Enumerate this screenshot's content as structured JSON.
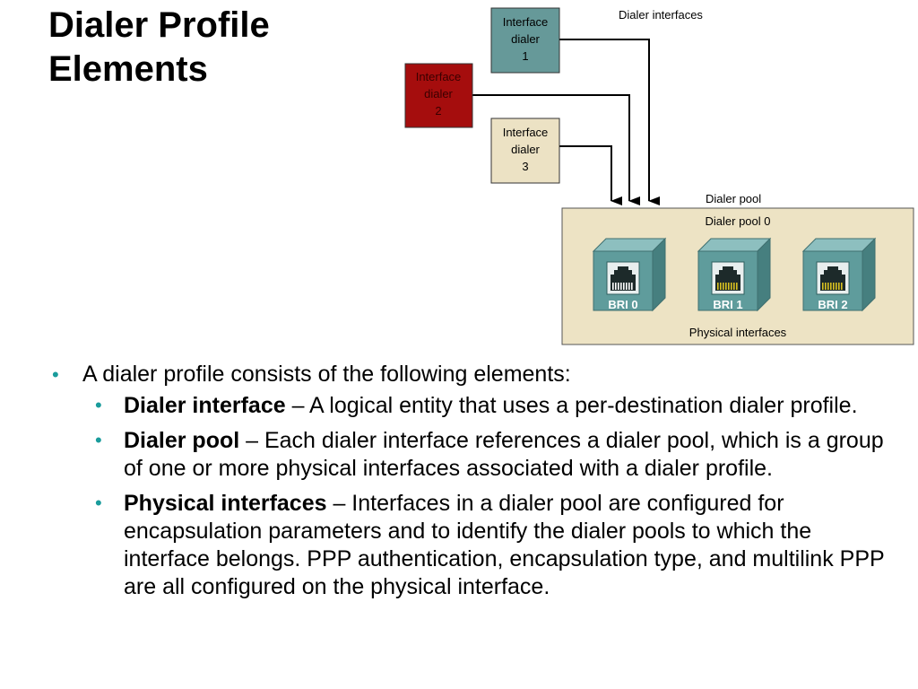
{
  "slide": {
    "title_line1": "Dialer Profile",
    "title_line2": "Elements"
  },
  "colors": {
    "accent_bullet": "#1a9c9c",
    "iface1_fill": "#669999",
    "iface2_fill": "#a50d0d",
    "iface3_fill": "#ece2c4",
    "pool_fill": "#ede3c4",
    "port_fill": "#5f9c9c"
  },
  "diagram": {
    "dialer_interfaces_label": "Dialer interfaces",
    "interfaces": [
      {
        "line1": "Interface",
        "line2": "dialer",
        "line3": "1"
      },
      {
        "line1": "Interface",
        "line2": "dialer",
        "line3": "2"
      },
      {
        "line1": "Interface",
        "line2": "dialer",
        "line3": "3"
      }
    ],
    "dialer_pool_label": "Dialer pool",
    "dialer_pool_name": "Dialer pool 0",
    "ports": [
      "BRI 0",
      "BRI 1",
      "BRI 2"
    ],
    "physical_interfaces_label": "Physical interfaces",
    "port_icon": "rj45-port-icon"
  },
  "bullets": {
    "intro": "A dialer profile consists of the following elements:",
    "items": [
      {
        "term": "Dialer interface",
        "text": " – A logical entity that uses a per-destination dialer profile."
      },
      {
        "term": "Dialer pool",
        "text": " – Each dialer interface references a dialer pool, which is a group of one or more physical interfaces associated with a dialer profile."
      },
      {
        "term": "Physical interfaces",
        "text": " – Interfaces in a dialer pool are configured for encapsulation parameters and to identify the dialer pools to which the interface belongs. PPP authentication, encapsulation type, and multilink PPP are all configured on the physical interface."
      }
    ]
  }
}
